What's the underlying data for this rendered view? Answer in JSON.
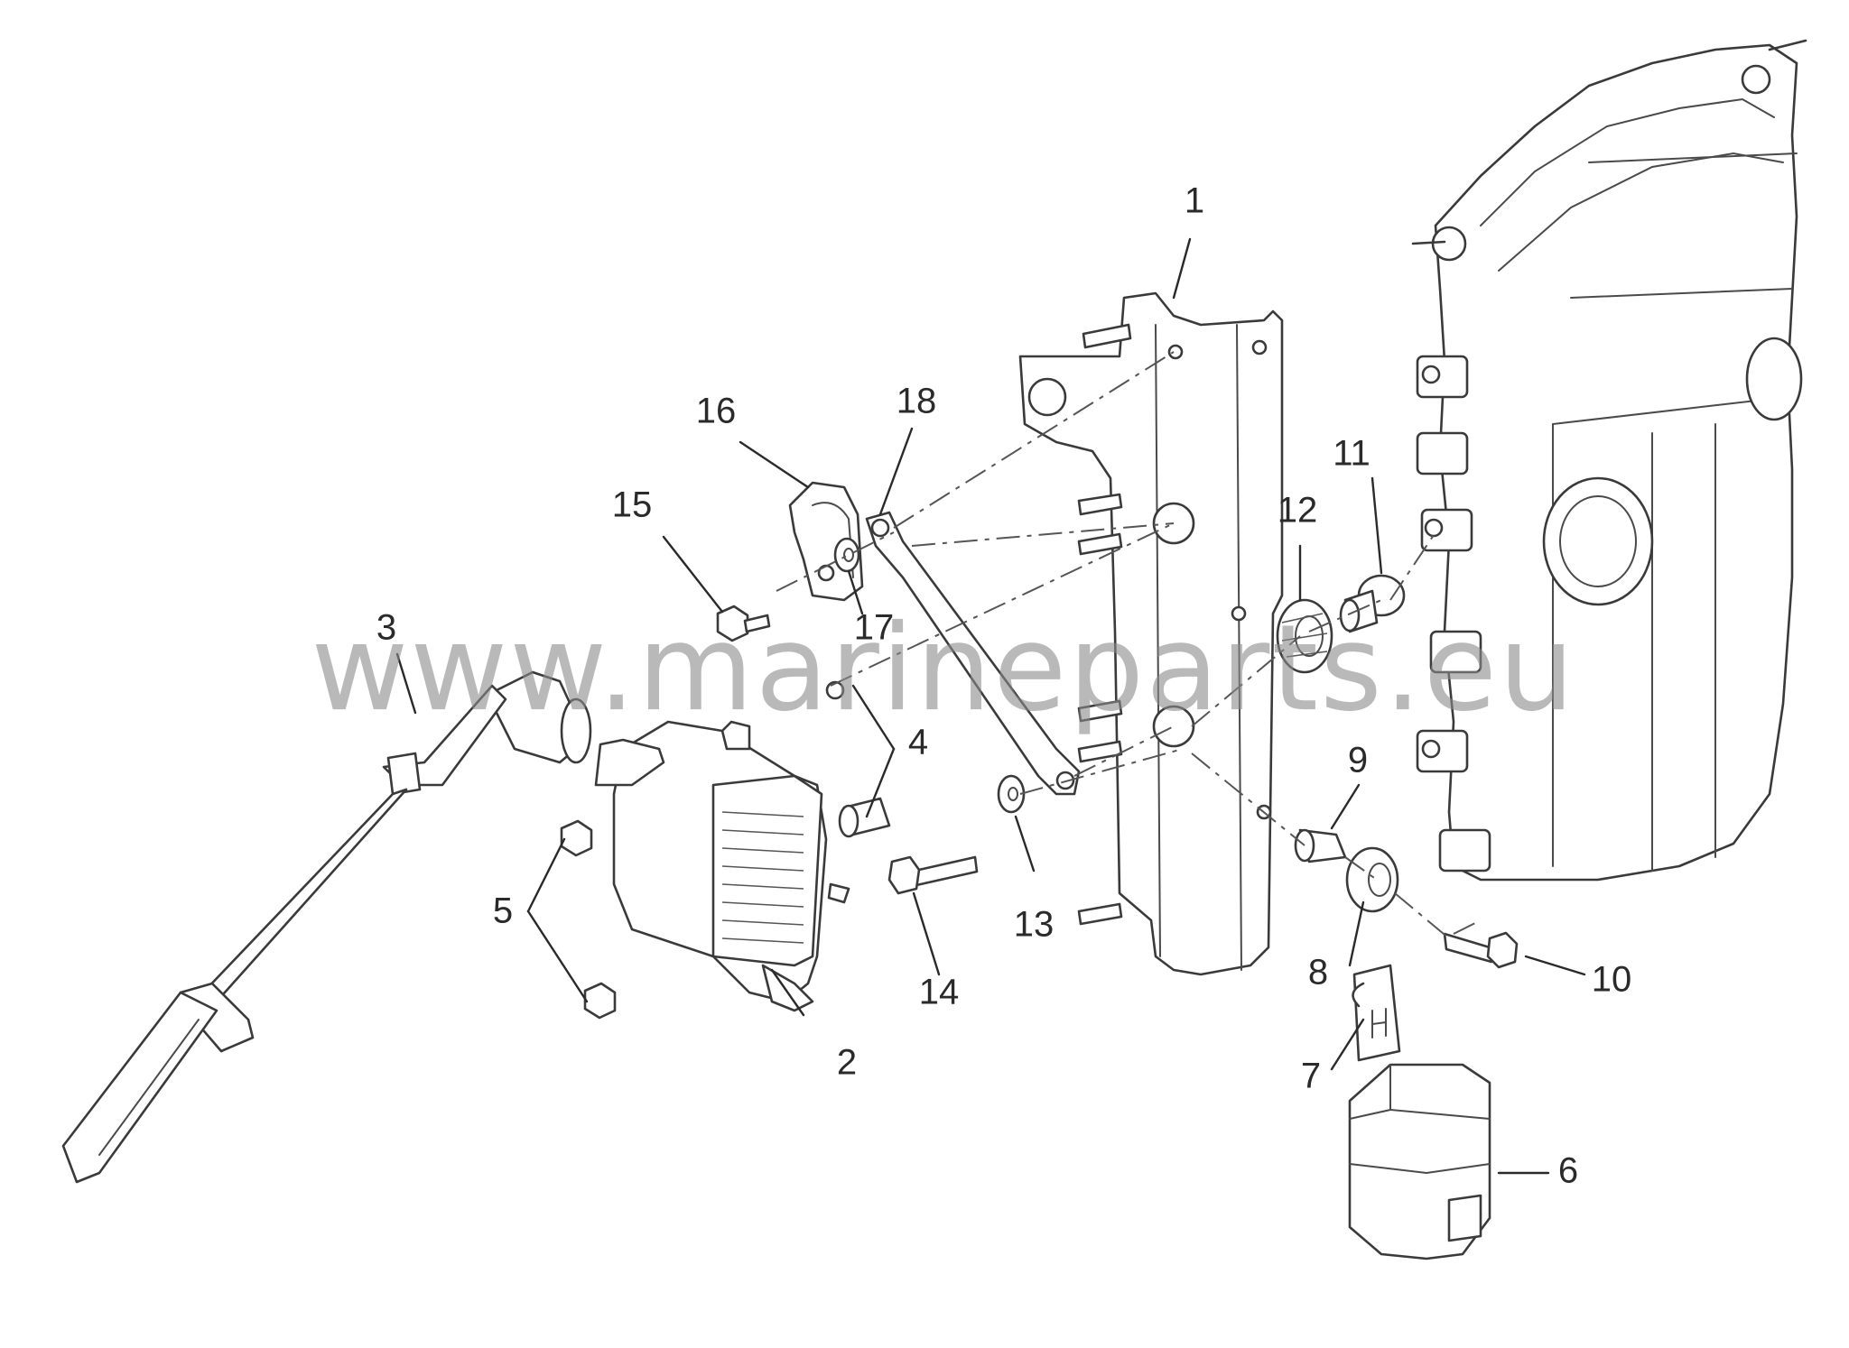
{
  "watermark": "www.marineparts.eu",
  "callouts": [
    {
      "id": "1",
      "label": "1"
    },
    {
      "id": "2",
      "label": "2"
    },
    {
      "id": "3",
      "label": "3"
    },
    {
      "id": "4",
      "label": "4"
    },
    {
      "id": "5",
      "label": "5"
    },
    {
      "id": "6",
      "label": "6"
    },
    {
      "id": "7",
      "label": "7"
    },
    {
      "id": "8",
      "label": "8"
    },
    {
      "id": "9",
      "label": "9"
    },
    {
      "id": "10",
      "label": "10"
    },
    {
      "id": "11",
      "label": "11"
    },
    {
      "id": "12",
      "label": "12"
    },
    {
      "id": "13",
      "label": "13"
    },
    {
      "id": "14",
      "label": "14"
    },
    {
      "id": "15",
      "label": "15"
    },
    {
      "id": "16",
      "label": "16"
    },
    {
      "id": "17",
      "label": "17"
    },
    {
      "id": "18",
      "label": "18"
    }
  ],
  "colors": {
    "line": "#3a3a3a",
    "watermark": "#8a8a8a",
    "background": "#ffffff"
  }
}
